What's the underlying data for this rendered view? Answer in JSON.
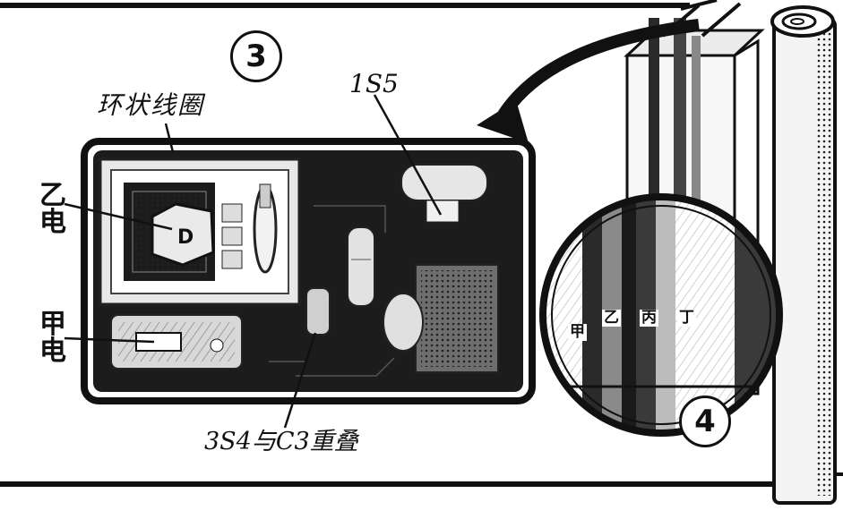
{
  "figure_left": {
    "number": "3",
    "labels": {
      "ring_coil": "环状线圈",
      "tube_1s5": "1S5",
      "battery_b": "乙电",
      "battery_a": "甲电",
      "overlap_note": "3S4与C3重叠"
    }
  },
  "figure_right": {
    "number": "4",
    "layer_labels": [
      "甲",
      "乙",
      "丙",
      "丁"
    ]
  },
  "colors": {
    "ink": "#111111",
    "paper": "#ffffff",
    "dark_fill": "#1c1c1c",
    "mid_gray": "#6e6e6e",
    "light_gray": "#d8d8d8"
  }
}
